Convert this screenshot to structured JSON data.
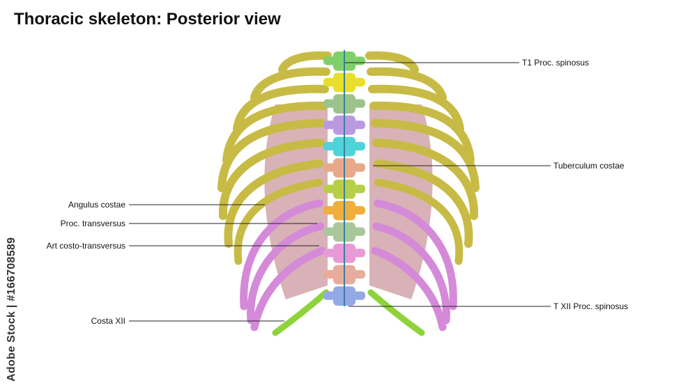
{
  "title": "Thoracic skeleton: Posterior view",
  "labels": {
    "t1": "T1 Proc. spinosus",
    "tuberculum": "Tuberculum costae",
    "angulus": "Angulus costae",
    "transversus": "Proc. transversus",
    "costo_transversus": "Art costo-transversus",
    "txii": "T XII Proc. spinosus",
    "costa_xii": "Costa XII"
  },
  "watermark": "Adobe Stock | #166708589",
  "colors": {
    "rib_upper": "#c8bb45",
    "rib_lower": "#d48ad8",
    "rib_floating": "#8fd33c",
    "cartilage": "#b8727a",
    "vertebrae": [
      "#7fd06a",
      "#e8df2a",
      "#9cc48a",
      "#b99ae0",
      "#4fd3d8",
      "#e8a98a",
      "#b7cf47",
      "#f0ae3c",
      "#a9c79a",
      "#e79ad6",
      "#e8ac9c",
      "#93a8e6"
    ]
  }
}
